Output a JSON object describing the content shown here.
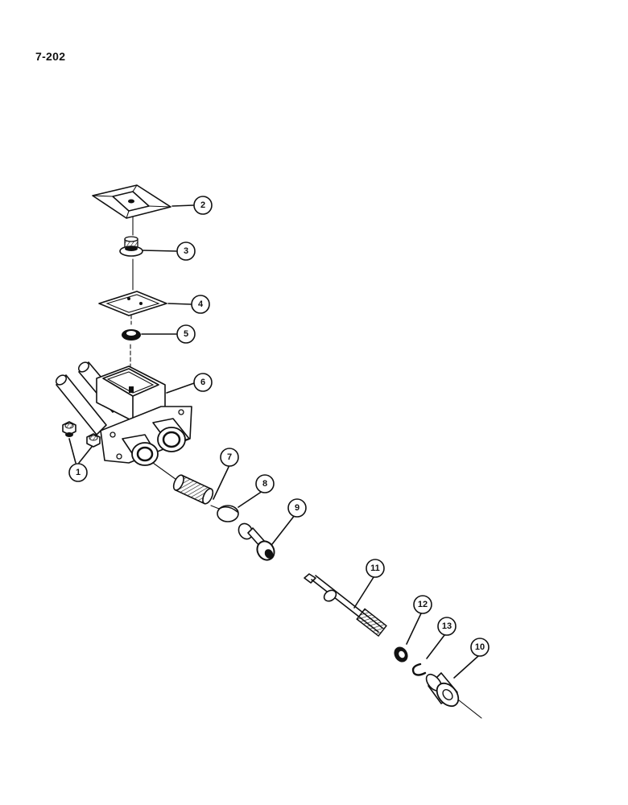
{
  "page": {
    "number": "7-202"
  },
  "callouts": [
    {
      "id": "1",
      "label": "1"
    },
    {
      "id": "2",
      "label": "2"
    },
    {
      "id": "3",
      "label": "3"
    },
    {
      "id": "4",
      "label": "4"
    },
    {
      "id": "5",
      "label": "5"
    },
    {
      "id": "6",
      "label": "6"
    },
    {
      "id": "7",
      "label": "7"
    },
    {
      "id": "8",
      "label": "8"
    },
    {
      "id": "9",
      "label": "9"
    },
    {
      "id": "10",
      "label": "10"
    },
    {
      "id": "11",
      "label": "11"
    },
    {
      "id": "12",
      "label": "12"
    },
    {
      "id": "13",
      "label": "13"
    }
  ]
}
